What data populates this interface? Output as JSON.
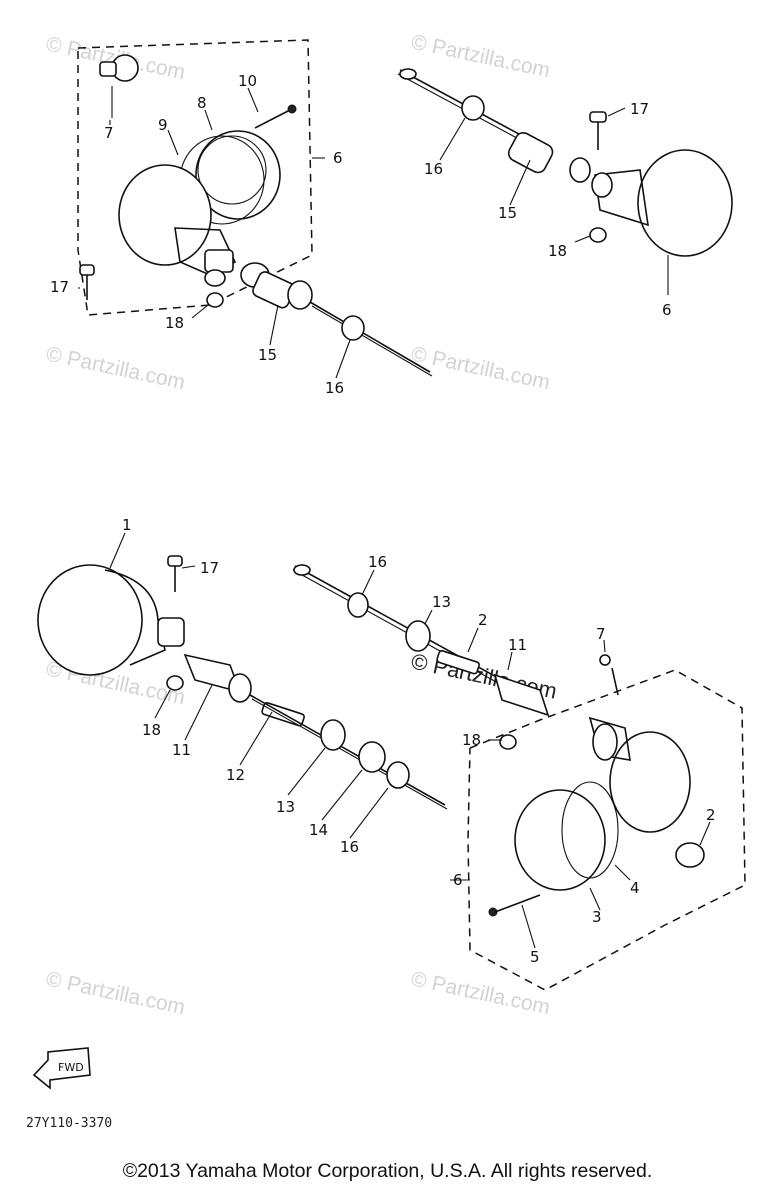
{
  "diagram": {
    "diagram_code": "27Y110-3370",
    "fwd_label": "FWD",
    "copyright": "©2013  Yamaha Motor Corporation, U.S.A. All rights reserved.",
    "watermark": "© Partzilla.com",
    "callouts": {
      "c1": "1",
      "c2a": "2",
      "c2b": "2",
      "c3": "3",
      "c4": "4",
      "c5": "5",
      "c6a": "6",
      "c6b": "6",
      "c6c": "6",
      "c7a": "7",
      "c7b": "7",
      "c8": "8",
      "c9": "9",
      "c10": "10",
      "c11a": "11",
      "c11b": "11",
      "c12": "12",
      "c13a": "13",
      "c13b": "13",
      "c14": "14",
      "c15a": "15",
      "c15b": "15",
      "c16a": "16",
      "c16b": "16",
      "c16c": "16",
      "c16d": "16",
      "c17a": "17",
      "c17b": "17",
      "c17c": "17",
      "c18a": "18",
      "c18b": "18",
      "c18c": "18",
      "c18d": "18"
    }
  }
}
